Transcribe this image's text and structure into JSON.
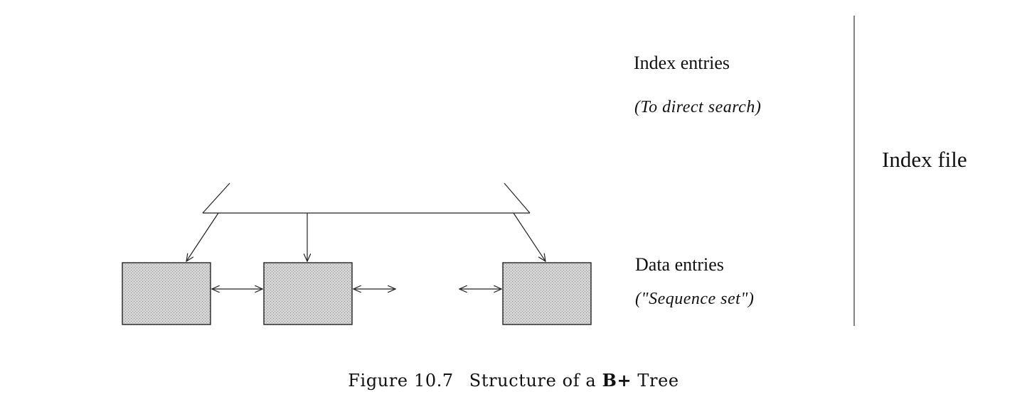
{
  "labels": {
    "index_entries": "Index entries",
    "index_entries_note": "(To direct search)",
    "data_entries": "Data entries",
    "data_entries_note": "(\"Sequence set\")",
    "index_file": "Index file"
  },
  "caption": {
    "figure_number": "Figure 10.7",
    "text_before": "Structure of a ",
    "bold": "B+",
    "text_after": " Tree"
  },
  "colors": {
    "ink": "#111111",
    "leaf_fill": "#c8c8c8"
  }
}
